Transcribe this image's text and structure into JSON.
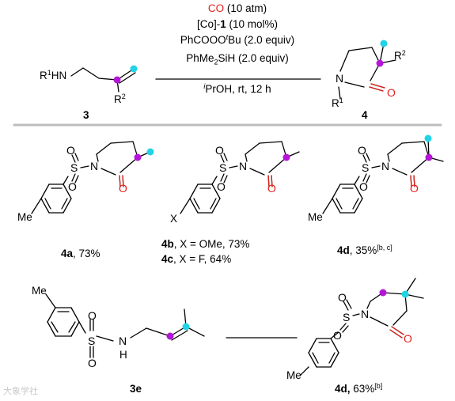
{
  "conditions": {
    "line1_species": "CO",
    "line1_amount": "(10 atm)",
    "line2_pre": "[Co]-",
    "line2_bold": "1",
    "line2_post": " (10 mol%)",
    "line3_pre": "PhCOOO",
    "line3_sup": "t",
    "line3_post": "Bu (2.0 equiv)",
    "line4": "PhMe2SiH (2.0 equiv)",
    "line5_sup": "i",
    "line5_post": "PrOH, rt, 12 h"
  },
  "reactant": {
    "label": "3",
    "amine": "R1HN",
    "substituent": "R2"
  },
  "product": {
    "label": "4",
    "n_group": "R1",
    "substituent": "R2",
    "atom_n": "N",
    "atom_o": "O"
  },
  "examples": {
    "e4a": {
      "id": "4a",
      "detail": ", 73%",
      "me": "Me"
    },
    "e4b": {
      "id": "4b",
      "detail": ", X = OMe, 73%",
      "x": "X"
    },
    "e4c": {
      "id": "4c",
      "detail": ", X = F, 64%"
    },
    "e4d": {
      "id": "4d",
      "detail": ", 35%",
      "note": "[b, c]",
      "me": "Me"
    },
    "e3e": {
      "id": "3e",
      "me": "Me",
      "nh": "H"
    },
    "e4d2": {
      "id": "4d,",
      "detail": " 63%",
      "note": "[b]",
      "me": "Me"
    }
  },
  "atoms": {
    "S": "S",
    "O": "O",
    "N": "N"
  },
  "watermark": "大象学社",
  "colors": {
    "carbonyl": "#e0201b",
    "alkene_carbon": "#b515d6",
    "methyl_marker": "#22d3e6",
    "divider": "#bdbdbd"
  }
}
